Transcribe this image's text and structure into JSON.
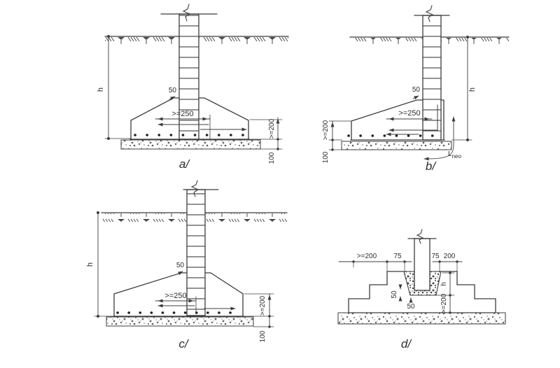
{
  "figure": {
    "background": "#ffffff",
    "line_color": "#3c3c3c",
    "text_color": "#2e2e2e"
  },
  "diagrams": {
    "a": {
      "caption": "a/",
      "dim_h": "h",
      "dim_offset": "50",
      "dim_bottom": ">=250",
      "dim_edge": ">=200",
      "dim_lean": "100"
    },
    "b": {
      "caption": "b/",
      "dim_h": "h",
      "dim_offset": "50",
      "dim_bottom": ">=250",
      "dim_edge": ">=200",
      "dim_lean": "100",
      "anchor_main": "L",
      "anchor_sub": "neo"
    },
    "c": {
      "caption": "c/",
      "dim_h": "h",
      "dim_offset": "50",
      "dim_bottom": ">=250",
      "dim_edge": ">=200",
      "dim_lean": "100"
    },
    "d": {
      "caption": "d/",
      "dim_top_left": ">=200",
      "dim_top_75_left": "75",
      "dim_top_75_right": "75",
      "dim_top_200": "200",
      "dim_grout_vertical": "50",
      "dim_grout_horizontal": "50",
      "dim_side_h": "h",
      "dim_side_200": ">=200"
    }
  }
}
